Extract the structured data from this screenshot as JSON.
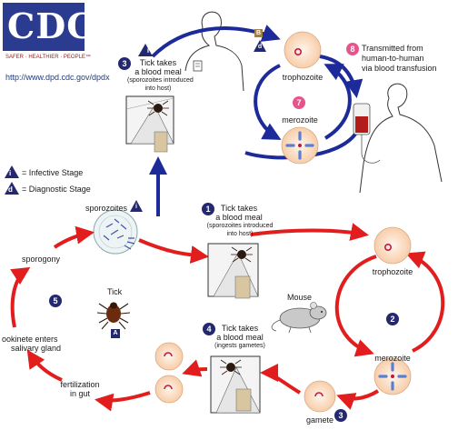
{
  "header": {
    "logo_text": "CDC",
    "tagline": "SAFER · HEALTHIER · PEOPLE™",
    "url": "http://www.dpd.cdc.gov/dpdx"
  },
  "legend": {
    "infective_symbol": "i",
    "infective_label": "= Infective Stage",
    "diagnostic_symbol": "d",
    "diagnostic_label": "= Diagnostic Stage"
  },
  "human": {
    "letter": "B",
    "stage_symbol": "d",
    "step3_number": "3",
    "step3_text": [
      "Tick takes",
      "a blood meal"
    ],
    "step3_note": [
      "(sporozoites introduced",
      "into host)"
    ],
    "trophozoite": "trophozoite",
    "step7_number": "7",
    "merozoite": "merozoite",
    "step8_number": "8",
    "step8_text": [
      "Transmitted from",
      "human-to-human",
      "via blood transfusion"
    ]
  },
  "tick": {
    "sporozoites_label": "sporozoites",
    "sporozoites_symbol": "i",
    "step1_number": "1",
    "step1_text": [
      "Tick takes",
      "a blood meal"
    ],
    "step1_note": [
      "(sporozoites introduced",
      "into host)"
    ],
    "sporogony": "sporogony",
    "step5_number": "5",
    "tick_label": "Tick",
    "tick_letter": "A",
    "ookinete": [
      "ookinete enters",
      "salivary gland"
    ],
    "step4_number": "4",
    "step4_text": [
      "Tick takes",
      "a blood meal"
    ],
    "step4_note": "(ingests gametes)",
    "fertilization": [
      "fertilization",
      "in gut"
    ]
  },
  "mouse": {
    "label": "Mouse",
    "trophozoite": "trophozoite",
    "step2_number": "2",
    "merozoite": "merozoite",
    "gamete": "gamete",
    "step3_number": "3"
  },
  "colors": {
    "red_arrow": "#e21d1d",
    "blue_arrow": "#1d2a9a",
    "navy_badge": "#24286e",
    "pink_badge": "#e7548b",
    "cell_fill": "#fbe0c8"
  }
}
